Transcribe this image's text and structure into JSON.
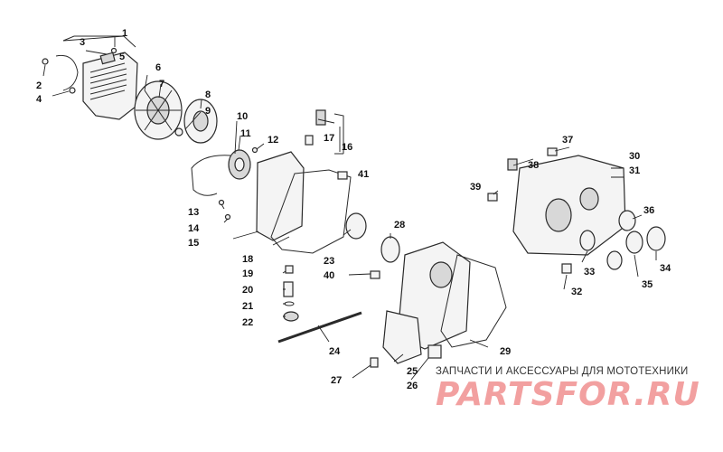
{
  "callouts": [
    "1",
    "2",
    "3",
    "4",
    "5",
    "6",
    "7",
    "8",
    "9",
    "10",
    "11",
    "12",
    "13",
    "14",
    "15",
    "16",
    "17",
    "18",
    "19",
    "20",
    "21",
    "22",
    "23",
    "24",
    "25",
    "26",
    "27",
    "28",
    "29",
    "30",
    "31",
    "32",
    "33",
    "34",
    "35",
    "36",
    "37",
    "38",
    "39",
    "40",
    "41"
  ],
  "watermark": {
    "caption": "ЗАПЧАСТИ И АКСЕССУАРЫ ДЛЯ МОТОТЕХНИКИ",
    "logo": "PARTSFOR.RU"
  },
  "colors": {
    "line": "#2a2a2a",
    "part_fill": "#f4f4f4",
    "watermark_logo": "#f2a0a0"
  }
}
